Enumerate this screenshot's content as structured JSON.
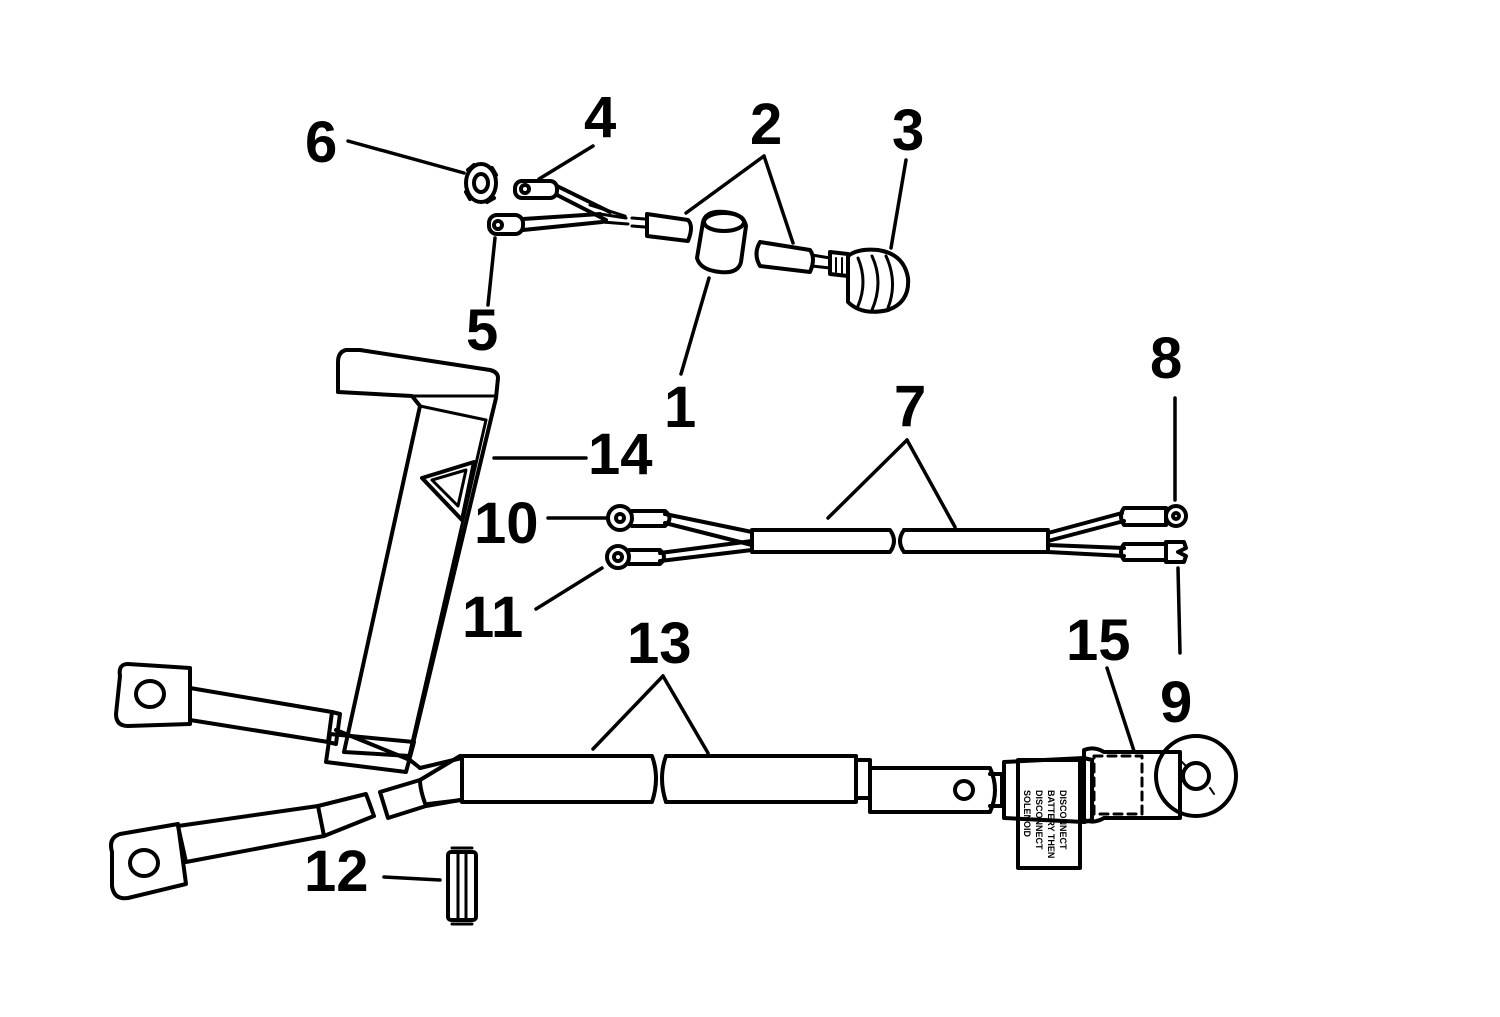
{
  "diagram": {
    "callouts": [
      {
        "id": "1",
        "label": "1"
      },
      {
        "id": "2",
        "label": "2"
      },
      {
        "id": "3",
        "label": "3"
      },
      {
        "id": "4",
        "label": "4"
      },
      {
        "id": "5",
        "label": "5"
      },
      {
        "id": "6",
        "label": "6"
      },
      {
        "id": "7",
        "label": "7"
      },
      {
        "id": "8",
        "label": "8"
      },
      {
        "id": "9",
        "label": "9"
      },
      {
        "id": "10",
        "label": "10"
      },
      {
        "id": "11",
        "label": "11"
      },
      {
        "id": "12",
        "label": "12"
      },
      {
        "id": "13",
        "label": "13"
      },
      {
        "id": "14",
        "label": "14"
      },
      {
        "id": "15",
        "label": "15"
      }
    ],
    "tag_text": {
      "line1": "DISCONNECT",
      "line2": "BATTERY THEN",
      "line3": "DISCONNECT",
      "line4": "SOLENOID"
    }
  }
}
